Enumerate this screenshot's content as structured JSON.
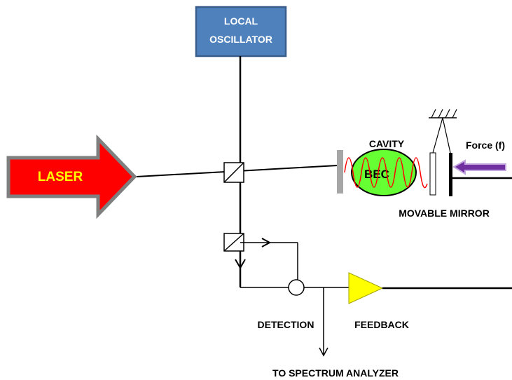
{
  "labels": {
    "local_oscillator_line1": "LOCAL",
    "local_oscillator_line2": "OSCILLATOR",
    "laser": "LASER",
    "cavity": "CAVITY",
    "bec": "BEC",
    "force": "Force (f)",
    "movable_mirror": "MOVABLE MIRROR",
    "detection": "DETECTION",
    "feedback": "FEEDBACK",
    "spectrum_analyzer": "TO SPECTRUM ANALYZER"
  },
  "colors": {
    "local_oscillator_fill": "#4f81bd",
    "local_oscillator_border": "#385d8a",
    "laser_fill": "#ff0000",
    "laser_border": "#7f7f7f",
    "laser_text": "#ffff00",
    "bec_fill": "#66ff33",
    "cavity_wave": "#ff0000",
    "amplifier_fill": "#ffff00",
    "force_arrow": "#7030a0",
    "cavity_mirror": "#a6a6a6",
    "line": "#000000"
  },
  "icons": {
    "beam_splitter": "beam-splitter-icon",
    "detector": "circle-detector-icon",
    "amplifier": "triangle-amplifier-icon",
    "pivot": "hatched-support-icon"
  }
}
